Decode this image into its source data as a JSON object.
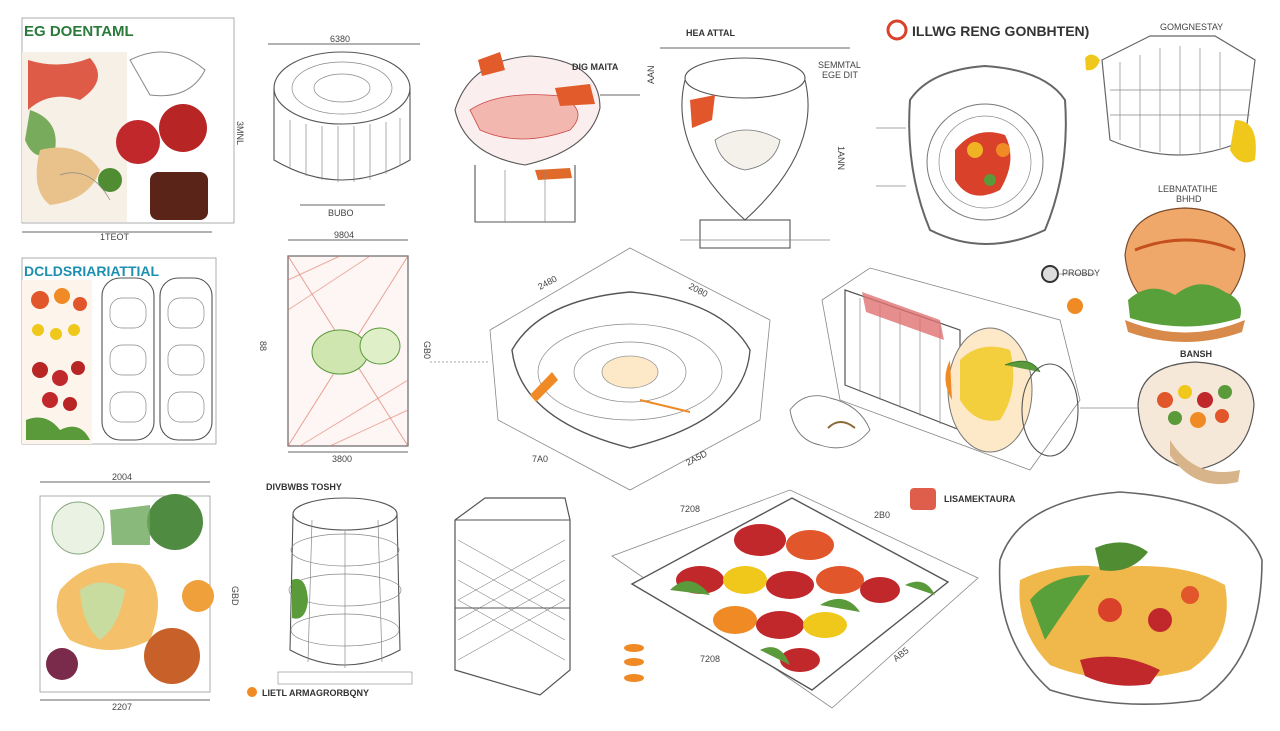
{
  "panels": {
    "top_left_title_1": "EG DOENTAML",
    "top_left_title_2": "DCLDSRIARIATTIAL",
    "center_title_top": "HEA ATTAL",
    "center_label_dg": "DIG MAITA",
    "top_right_title": "ILLWG RENG GONBHTEN)",
    "top_right_sub": "GOMGNESTAY",
    "right_label_1": "LEBNATATIHE",
    "right_label_2": "BHHD",
    "right_label_3": "BANSH",
    "right_label_prdy": "PROBDY",
    "middle_left_title": "DIVBWBS TOSHY",
    "bottom_right_label": "LISAMEKTAURA",
    "bottom_left_caption": "LIETL ARMAGRORBQNY",
    "small_note_1": "SEMMTAL",
    "small_note_2": "EGE DIT"
  },
  "dimensions": {
    "d1": "1TEOT",
    "d2": "6380",
    "d3": "3MNL",
    "d4": "BUBO",
    "d5": "9804",
    "d6": "88",
    "d7": "GB0",
    "d8": "3800",
    "d9": "2004",
    "d10": "GBD",
    "d11": "2207",
    "d12": "AAN",
    "d13": "1ANN",
    "d14": "2480",
    "d15": "2080",
    "d16": "7A0",
    "d17": "2A5D",
    "d18": "7208",
    "d19": "2B0",
    "d20": "7208",
    "d21": "AB5"
  },
  "colors": {
    "accent_red": "#d9412b",
    "accent_orange": "#f08a24",
    "accent_green": "#5a9a3a",
    "accent_teal": "#1f8fb0",
    "ink": "#555555"
  }
}
